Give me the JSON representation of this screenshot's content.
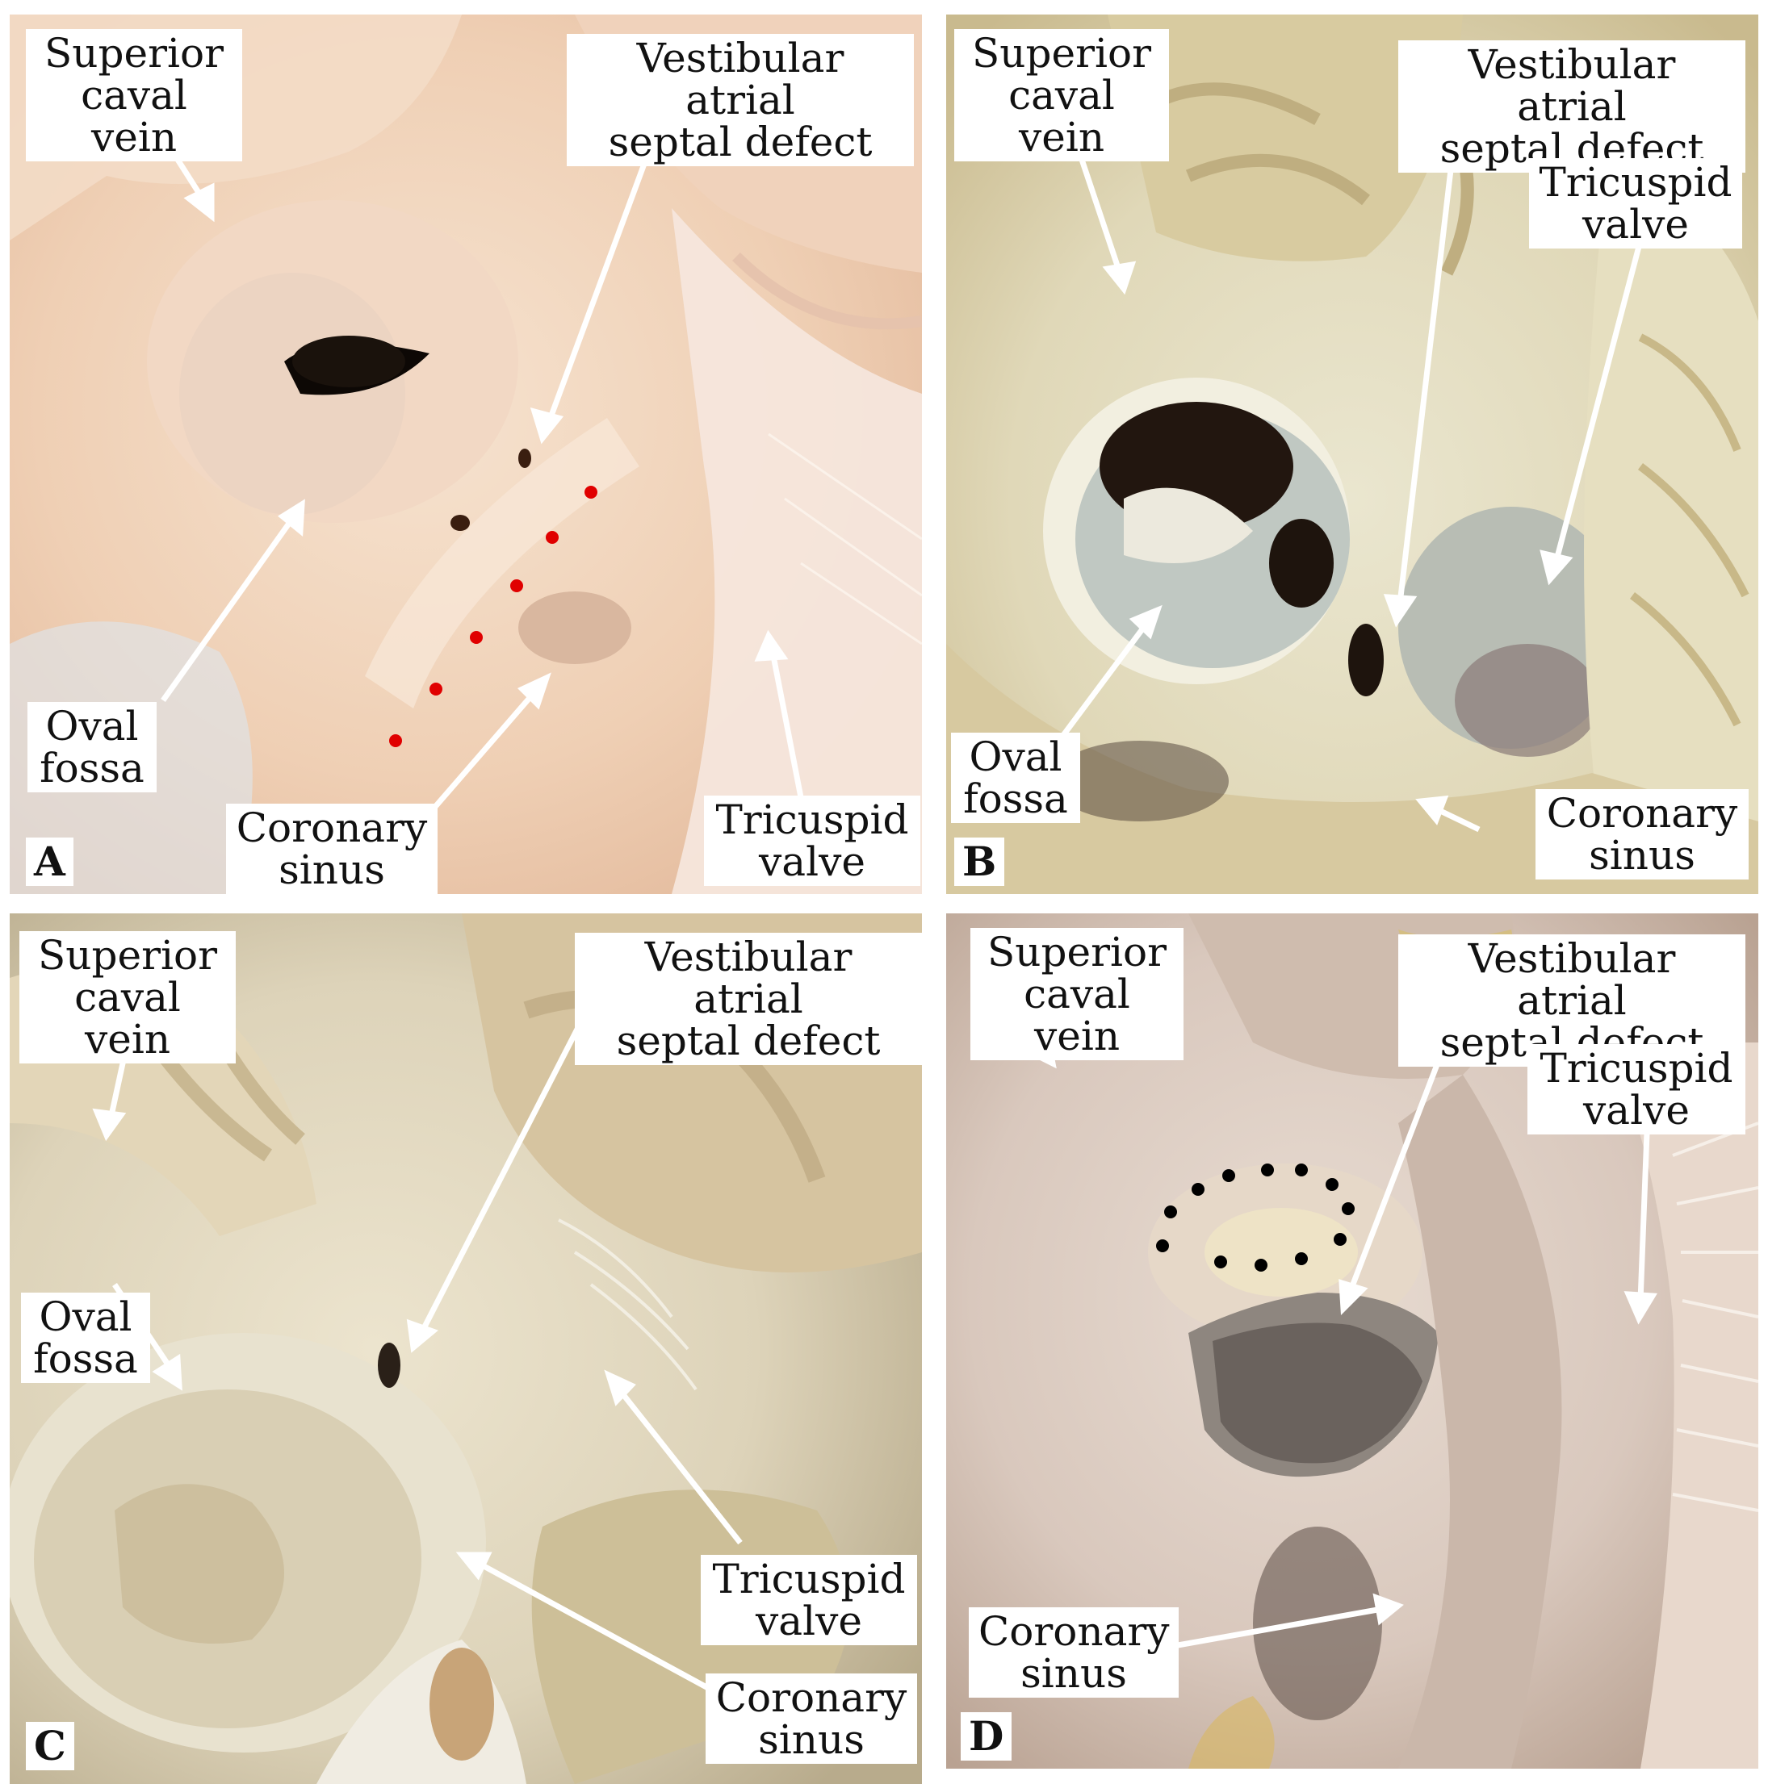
{
  "panels": {
    "A": {
      "letter": "A",
      "superior_caval_vein": "Superior\ncaval vein",
      "vestibular_defect": "Vestibular atrial\nseptal defect",
      "oval_fossa": "Oval\nfossa",
      "coronary_sinus": "Coronary\nsinus",
      "tricuspid_valve": "Tricuspid\nvalve"
    },
    "B": {
      "letter": "B",
      "superior_caval_vein": "Superior\ncaval vein",
      "vestibular_defect": "Vestibular atrial\nseptal defect",
      "tricuspid_valve": "Tricuspid\nvalve",
      "oval_fossa": "Oval\nfossa",
      "coronary_sinus": "Coronary\nsinus"
    },
    "C": {
      "letter": "C",
      "superior_caval_vein": "Superior\ncaval vein",
      "vestibular_defect": "Vestibular atrial\nseptal defect",
      "oval_fossa": "Oval\nfossa",
      "tricuspid_valve": "Tricuspid\nvalve",
      "coronary_sinus": "Coronary\nsinus"
    },
    "D": {
      "letter": "D",
      "superior_caval_vein": "Superior\ncaval vein",
      "vestibular_defect": "Vestibular atrial\nseptal defect",
      "tricuspid_valve": "Tricuspid\nvalve",
      "coronary_sinus": "Coronary\nsinus"
    }
  },
  "colors": {
    "panel_a_tissue": "#efcfb4",
    "panel_b_tissue": "#e3dcc0",
    "panel_c_tissue": "#ddd3b9",
    "panel_d_tissue": "#d9c8bd",
    "border": "#000000",
    "dots_red": "#e00000",
    "dots_black": "#000000",
    "arrow": "#ffffff"
  }
}
